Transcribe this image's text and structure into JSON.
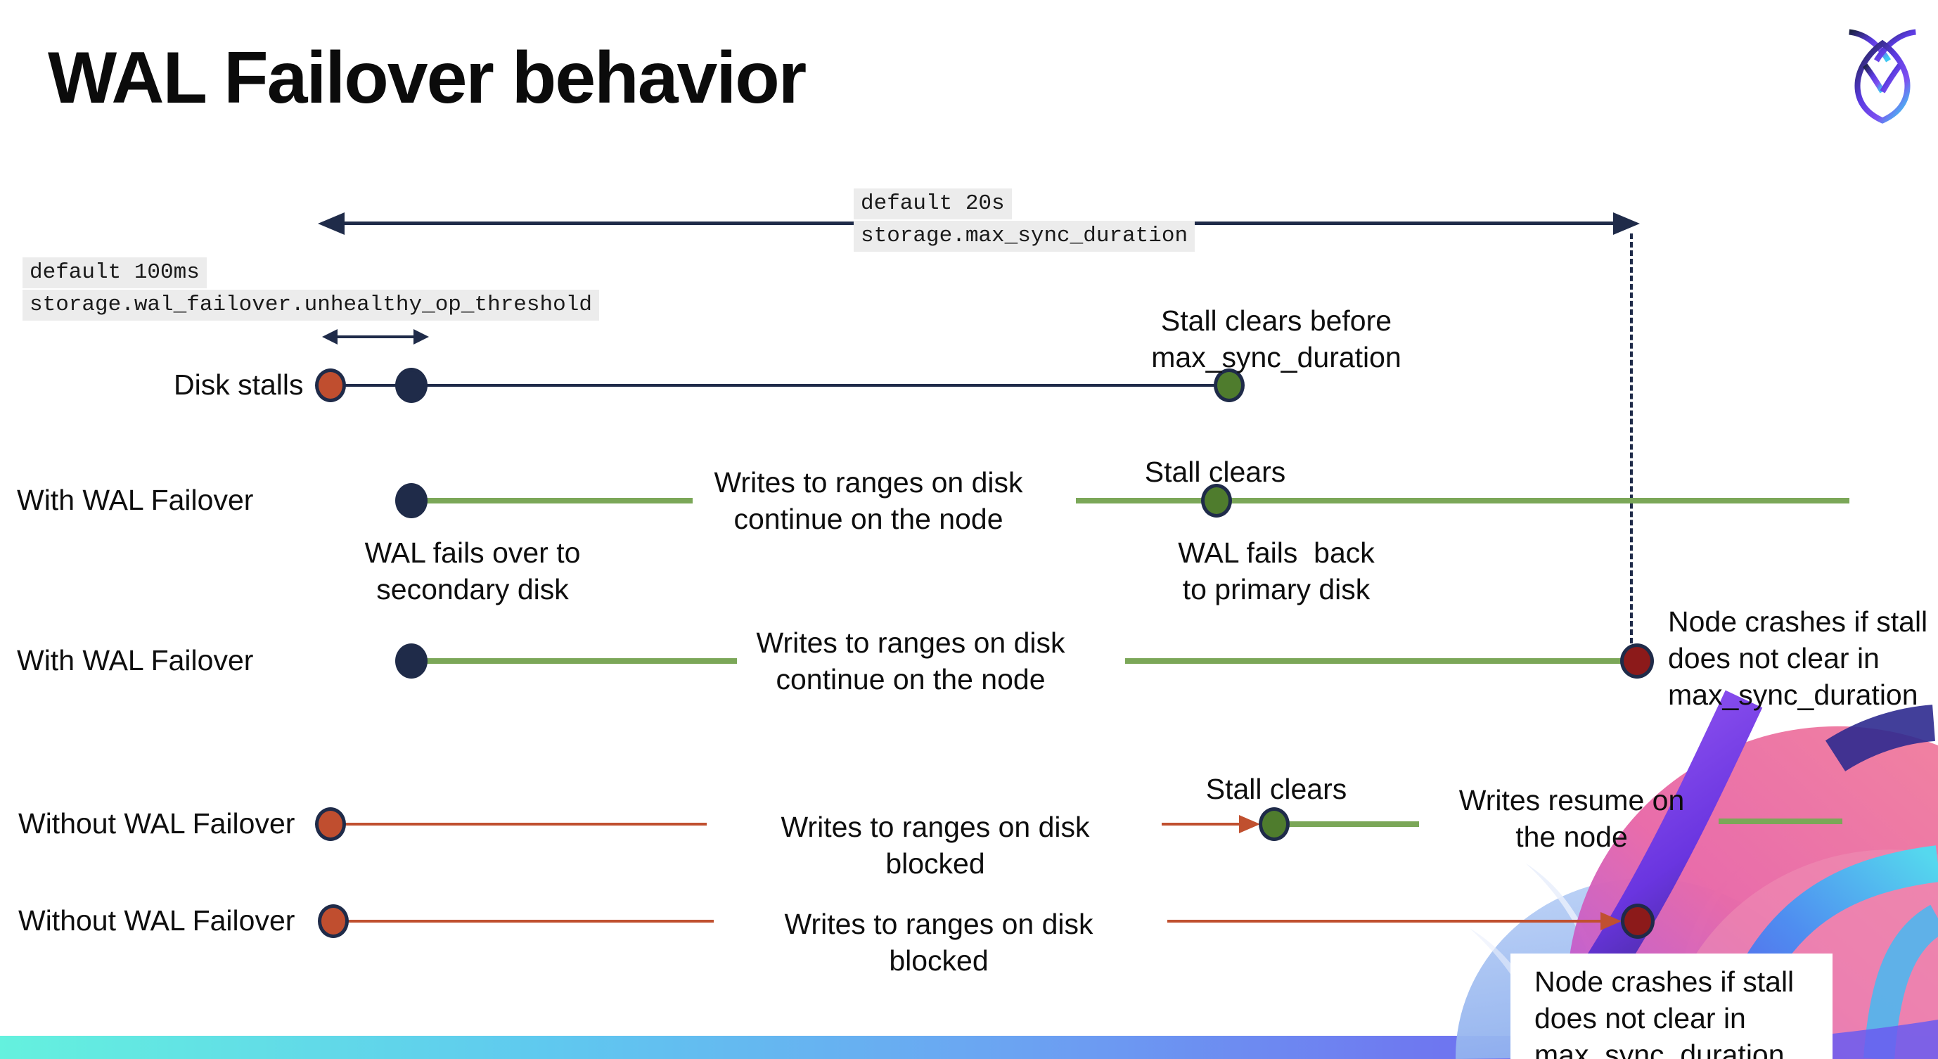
{
  "title": "WAL Failover behavior",
  "logo": {
    "name": "cockroachdb-logo"
  },
  "colors": {
    "navy": "#1F2B49",
    "green_line": "#7BA758",
    "green_dot": "#4F7C2D",
    "red": "#C0502F",
    "dark_red": "#8C1A1A",
    "highlight_bg": "#ECECEC",
    "footer_gradient_start": "#64F1DE",
    "footer_gradient_end": "#8A5CF4"
  },
  "config_labels": {
    "max_sync_duration": {
      "default_value": "default 20s",
      "setting": "storage.max_sync_duration"
    },
    "unhealthy_op_threshold": {
      "default_value": "default 100ms",
      "setting": "storage.wal_failover.unhealthy_op_threshold"
    }
  },
  "rows": {
    "disk_stalls": {
      "label": "Disk stalls",
      "stall_clears_line1": "Stall clears before",
      "stall_clears_line2": "max_sync_duration"
    },
    "with_wal_failover_1": {
      "label": "With WAL Failover",
      "failover_line1": "WAL fails over to",
      "failover_line2": "secondary disk",
      "writes_line1": "Writes to ranges on disk",
      "writes_line2": "continue on the node",
      "stall_clears": "Stall clears",
      "failback_line1": "WAL fails  back",
      "failback_line2": "to primary disk"
    },
    "with_wal_failover_2": {
      "label": "With WAL Failover",
      "writes_line1": "Writes to ranges on disk",
      "writes_line2": "continue on the node",
      "crash_line1": "Node crashes if stall",
      "crash_line2": "does not clear in",
      "crash_line3": "max_sync_duration"
    },
    "without_wal_failover_1": {
      "label": "Without WAL Failover",
      "blocked": "Writes to ranges on disk  blocked",
      "stall_clears": "Stall clears",
      "resume_line1": "Writes resume on",
      "resume_line2": "the node"
    },
    "without_wal_failover_2": {
      "label": "Without WAL Failover",
      "blocked": "Writes to ranges on disk  blocked",
      "crash_line1": "Node crashes if stall",
      "crash_line2": "does not clear in",
      "crash_line3": "max_sync_duration"
    }
  }
}
